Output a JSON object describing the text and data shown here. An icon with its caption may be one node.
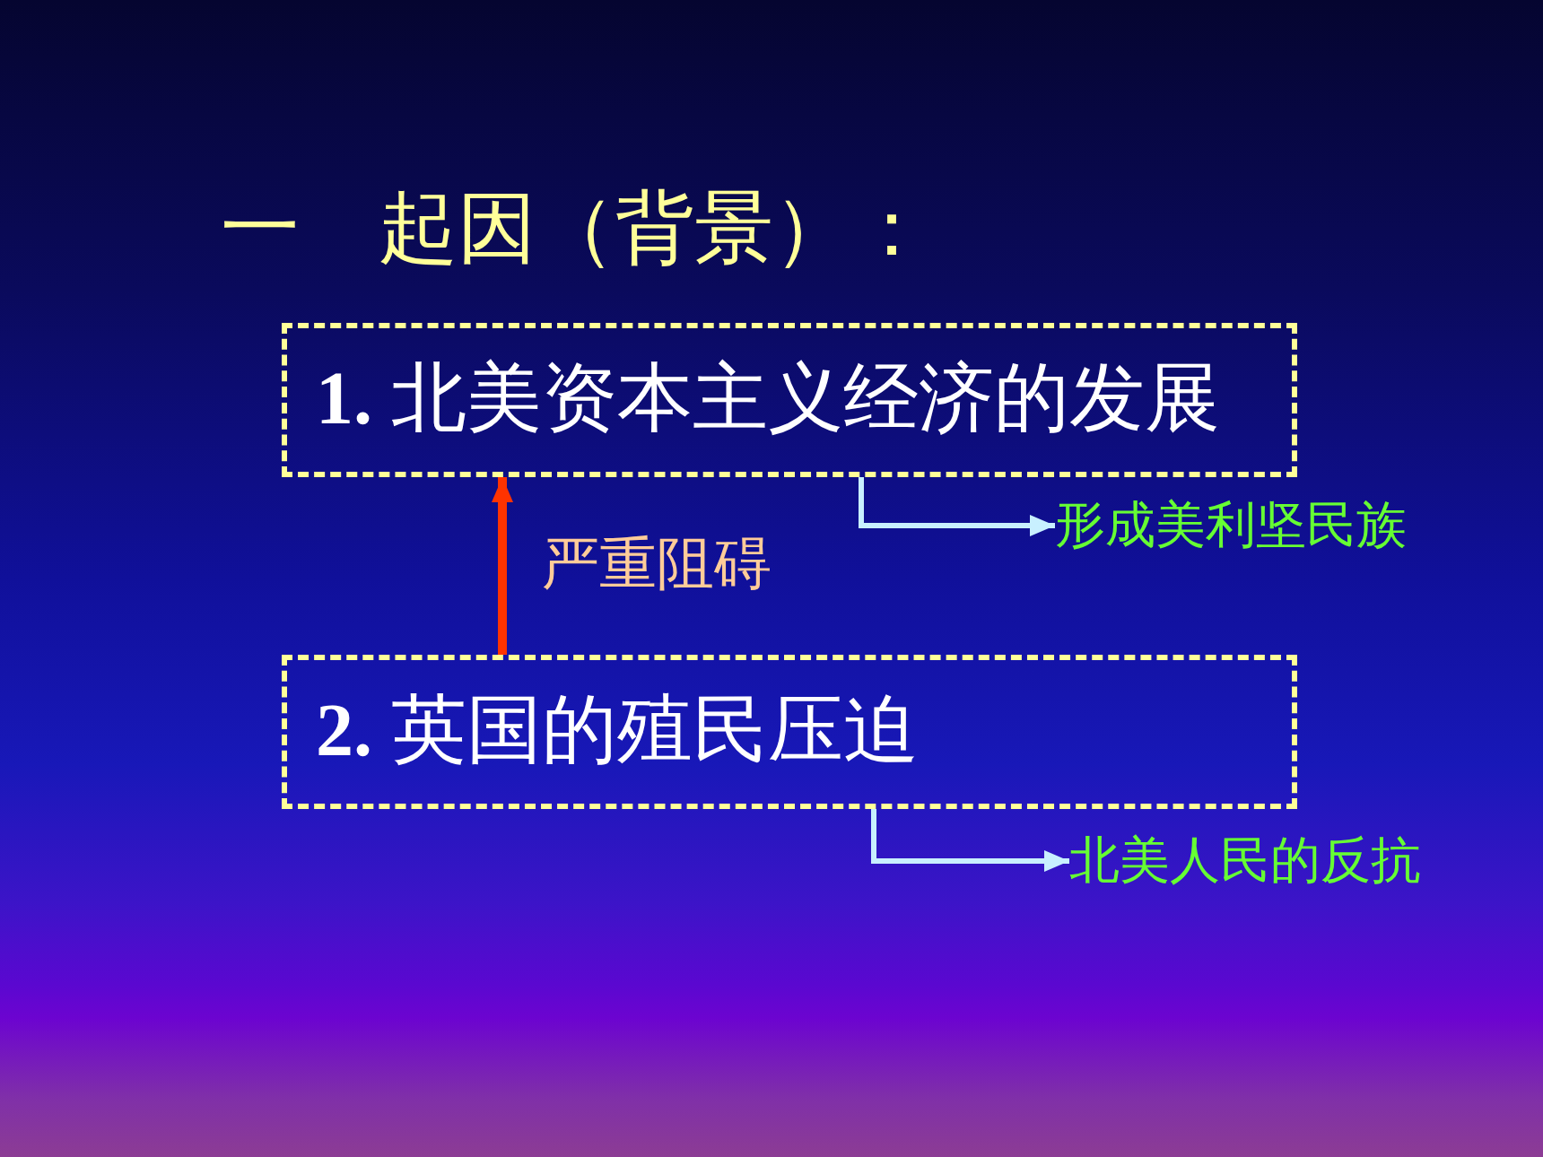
{
  "diagram": {
    "title": "一 起因（背景）：",
    "nodes": [
      {
        "text": [
          "**1.** 北美资本主义经济的发展"
        ]
      },
      {
        "text": [
          "**2.** 英国的殖民压迫"
        ]
      },
      {
        "text": [
          "形成美利坚民族"
        ]
      },
      {
        "text": [
          "北美人民的反抗"
        ]
      }
    ],
    "edges": [
      {
        "from": 1,
        "to": 0,
        "arrow": "to",
        "label": "严重阻碍",
        "color": "#ff3300"
      },
      {
        "from": 0,
        "to": 2,
        "arrow": "to"
      },
      {
        "from": 1,
        "to": 3,
        "arrow": "to"
      }
    ]
  }
}
